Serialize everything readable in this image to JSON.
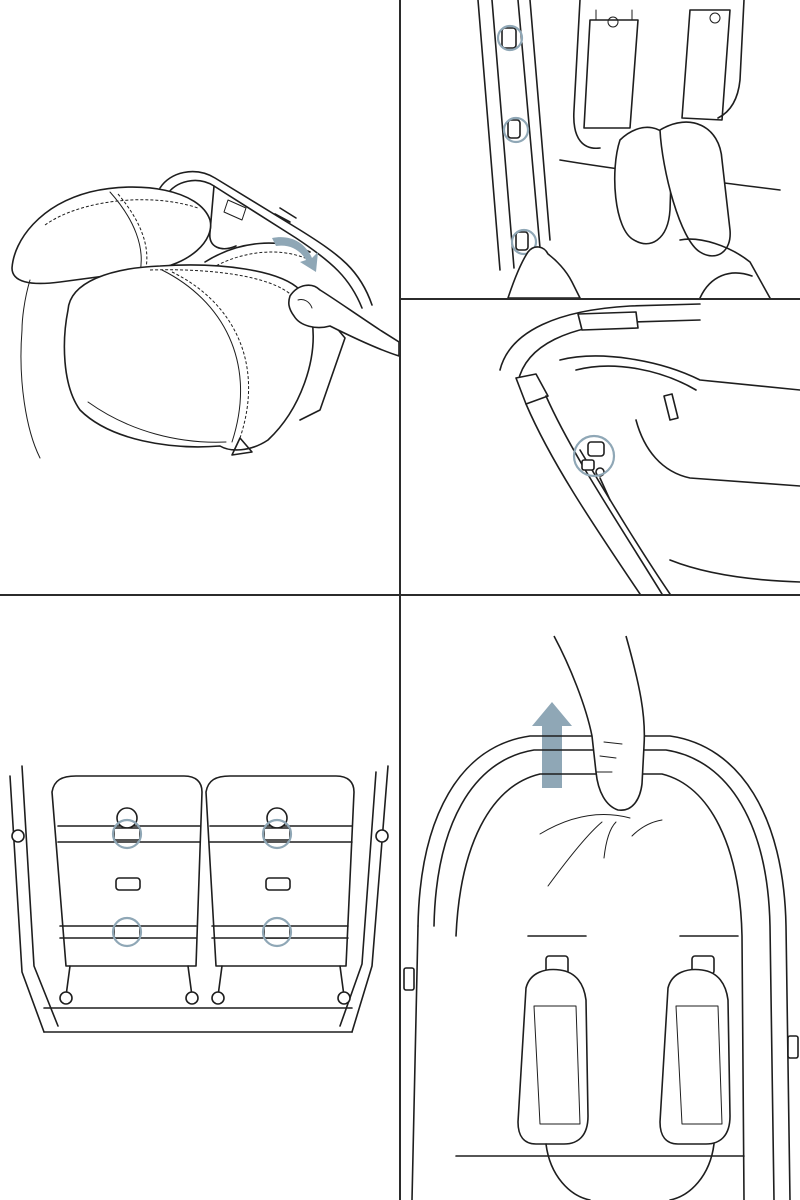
{
  "theme": {
    "line_color": "#1e1e1e",
    "highlight_color": "#8fa7b6",
    "arrow_color": "#8fa7b6",
    "background": "#ffffff"
  },
  "steps": [
    {
      "id": "fold-canopy",
      "icons": [
        "hand-icon",
        "curved-arrow-icon",
        "canopy-icon"
      ]
    },
    {
      "id": "detach-side-clips",
      "icons": [
        "hand-icon",
        "clip-icon"
      ],
      "highlight_count": 3
    },
    {
      "id": "release-handle-button",
      "icons": [
        "button-icon"
      ],
      "highlight_count": 1
    },
    {
      "id": "unbuckle-back-straps",
      "icons": [
        "buckle-icon",
        "seat-back-icon"
      ],
      "highlight_count": 4
    },
    {
      "id": "lift-seat-fabric",
      "icons": [
        "hand-icon",
        "up-arrow-icon",
        "shoulder-pad-icon"
      ]
    }
  ]
}
